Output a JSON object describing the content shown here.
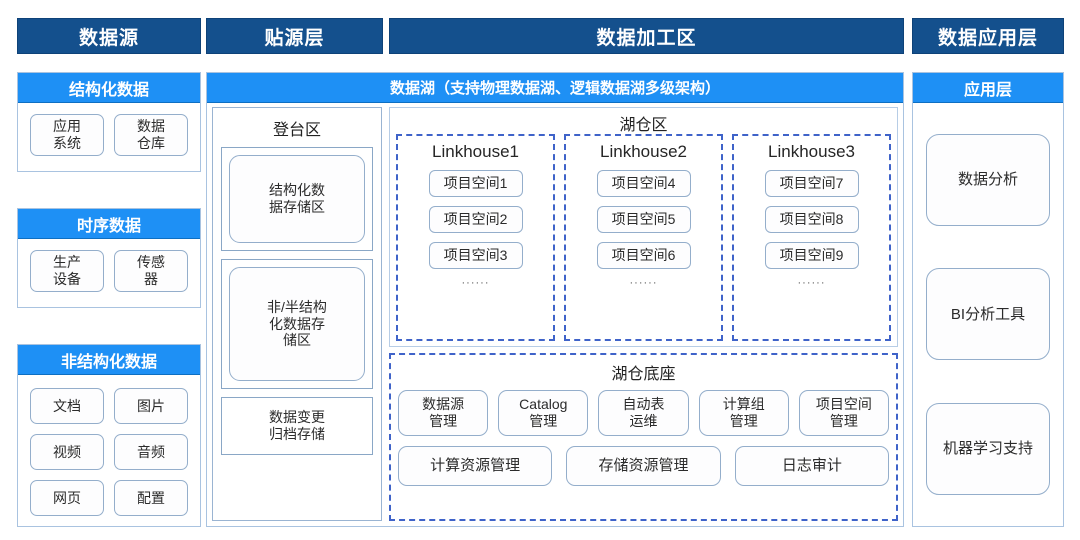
{
  "headers": [
    {
      "label": "数据源"
    },
    {
      "label": "贴源层"
    },
    {
      "label": "数据加工区"
    },
    {
      "label": "数据应用层"
    }
  ],
  "colors": {
    "header_dark": "#14508d",
    "band_blue": "#1e90f5",
    "box_border": "#94aecb",
    "dashed_blue": "#3f63c9"
  },
  "data_source": {
    "cards": [
      {
        "title": "结构化数据",
        "items": [
          "应用\n系统",
          "数据\n仓库"
        ]
      },
      {
        "title": "时序数据",
        "items": [
          "生产\n设备",
          "传感\n器"
        ]
      },
      {
        "title": "非结构化数据",
        "items": [
          "文档",
          "图片",
          "视频",
          "音频",
          "网页",
          "配置"
        ]
      }
    ]
  },
  "lake": {
    "title": "数据湖（支持物理数据湖、逻辑数据湖多级架构）",
    "staging": {
      "title": "登台区",
      "boxes": [
        "结构化数\n据存储区",
        "非/半结构\n化数据存\n储区",
        "数据变更\n归档存储"
      ]
    },
    "lakehouse": {
      "title": "湖仓区",
      "groups": [
        {
          "name": "Linkhouse1",
          "spaces": [
            "项目空间1",
            "项目空间2",
            "项目空间3"
          ],
          "more": "······"
        },
        {
          "name": "Linkhouse2",
          "spaces": [
            "项目空间4",
            "项目空间5",
            "项目空间6"
          ],
          "more": "······"
        },
        {
          "name": "Linkhouse3",
          "spaces": [
            "项目空间7",
            "项目空间8",
            "项目空间9"
          ],
          "more": "······"
        }
      ]
    },
    "foundation": {
      "title": "湖仓底座",
      "row1": [
        "数据源\n管理",
        "Catalog\n管理",
        "自动表\n运维",
        "计算组\n管理",
        "项目空间\n管理"
      ],
      "row2": [
        "计算资源管理",
        "存储资源管理",
        "日志审计"
      ]
    }
  },
  "application": {
    "title": "应用层",
    "items": [
      "数据分析",
      "BI分析工具",
      "机器学习支持"
    ]
  }
}
